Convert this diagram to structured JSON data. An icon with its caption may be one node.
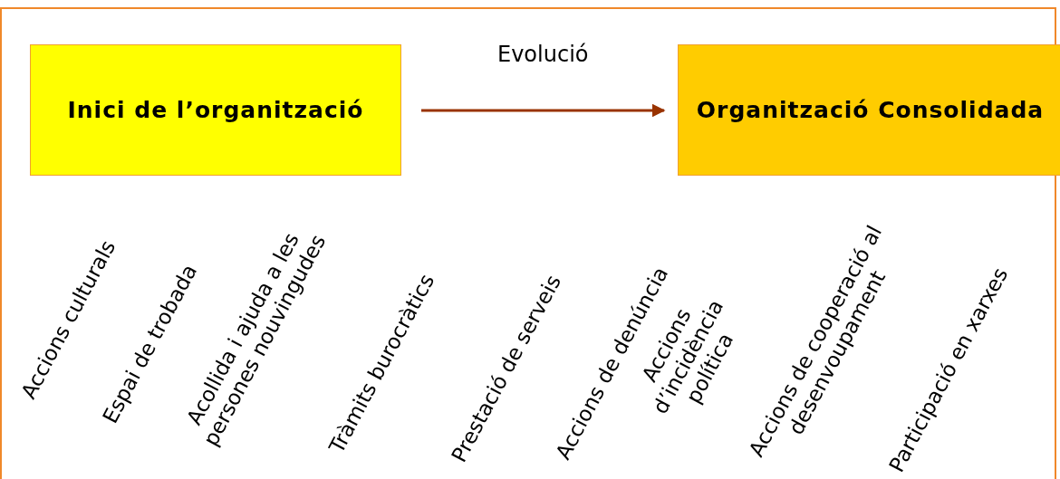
{
  "diagram": {
    "nodes": [
      {
        "text": [
          "Inici de l’organització"
        ]
      },
      {
        "text": [
          "Organització Consolidada"
        ]
      }
    ],
    "edges": [
      {
        "from": 0,
        "to": 1,
        "arrow": "to",
        "label": "Evolució"
      }
    ],
    "labels": [
      "Accions culturals",
      "Espai de trobada",
      "Acollida i ajuda a les persones nouvingudes",
      "Tràmits burocràtics",
      "Prestació de serveis",
      "Accions de denúncia",
      "Accions d’incidència política",
      "Accions de cooperació al desenvoupament",
      "Participació en xarxes"
    ]
  }
}
